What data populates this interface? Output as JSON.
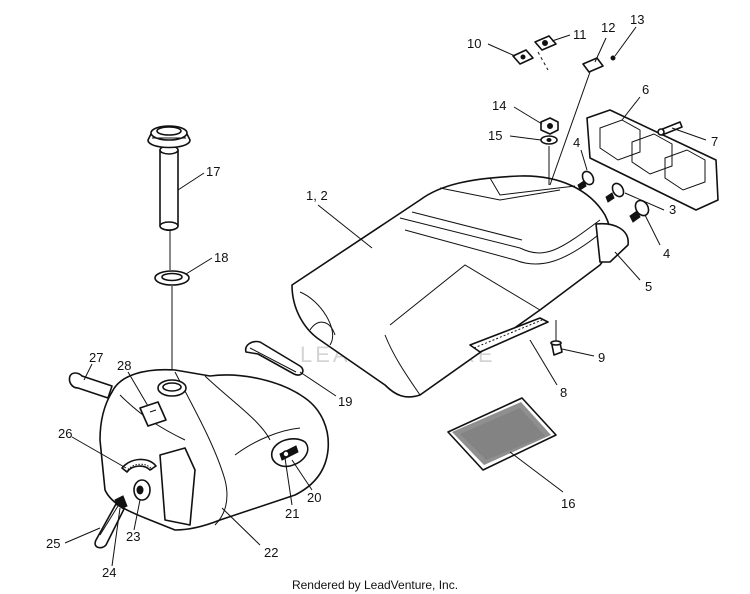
{
  "callouts": {
    "c1_2": "1, 2",
    "c3": "3",
    "c4a": "4",
    "c4b": "4",
    "c5": "5",
    "c6": "6",
    "c7": "7",
    "c8": "8",
    "c9": "9",
    "c10": "10",
    "c11": "11",
    "c12": "12",
    "c13": "13",
    "c14": "14",
    "c15": "15",
    "c16": "16",
    "c17": "17",
    "c18": "18",
    "c19": "19",
    "c20": "20",
    "c21": "21",
    "c22": "22",
    "c23": "23",
    "c24": "24",
    "c25": "25",
    "c26": "26",
    "c27": "27",
    "c28": "28"
  },
  "watermark": {
    "text": "LEADVENTURE"
  },
  "footer": {
    "text": "Rendered by LeadVenture, Inc."
  }
}
